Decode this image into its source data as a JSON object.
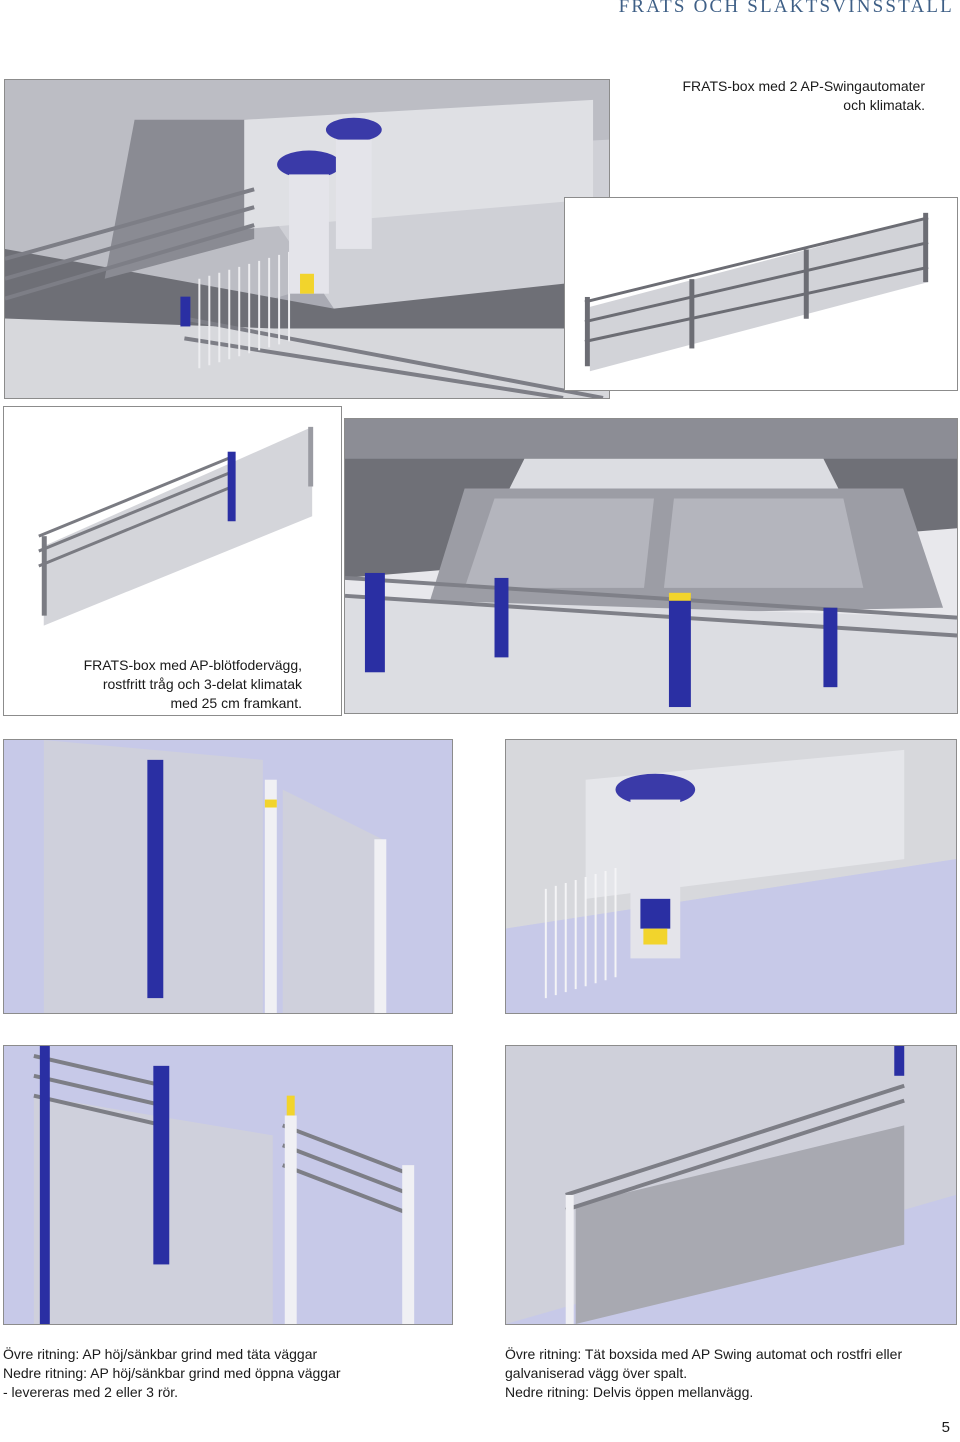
{
  "header": {
    "title": "FRATS OCH SLAKTSVINSSTALL"
  },
  "figures": [
    {
      "caption_lines": [
        "FRATS-box med 2 AP-Swingautomater",
        "och klimatak."
      ]
    },
    {
      "caption_lines": []
    },
    {
      "caption_lines": [
        "FRATS-box med AP-blötfodervägg,",
        "rostfritt tråg och 3-delat klimatak",
        "med 25 cm framkant."
      ]
    },
    {
      "caption_lines": []
    }
  ],
  "bottom_captions": {
    "left": [
      "Övre ritning: AP höj/sänkbar grind med täta väggar",
      "Nedre ritning: AP höj/sänkbar grind med öppna väggar",
      "- levereras med 2 eller 3 rör."
    ],
    "right": [
      "Övre ritning: Tät boxsida med AP Swing automat och rostfri eller",
      "galvaniserad vägg över spalt.",
      "Nedre ritning: Delvis öppen mellanvägg."
    ]
  },
  "colors": {
    "title": "#3e5f86",
    "accent_blue": "#2a2fa3",
    "accent_yellow": "#f2d42c",
    "panel": "#c8c9d2",
    "floor_light": "#c6c8e6"
  },
  "page_number": "5"
}
